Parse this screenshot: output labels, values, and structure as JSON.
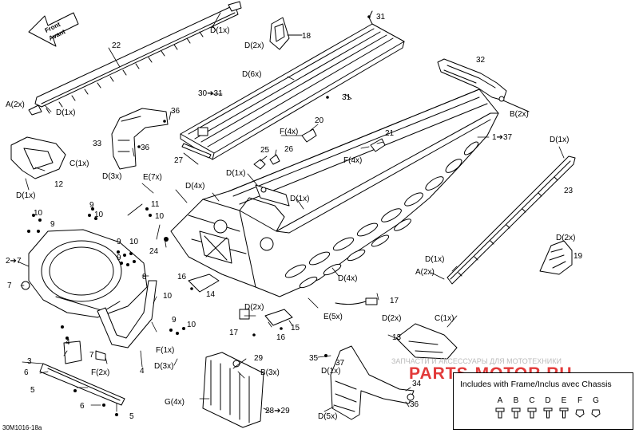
{
  "diagram_id": "30M1016-18a",
  "front_arrow": {
    "line1": "Front",
    "line2": "Avant"
  },
  "watermark": {
    "tagline": "ЗАПЧАСТИ И АКСЕССУАРЫ ДЛЯ МОТОТЕХНИКИ",
    "brand": "PARTS-MOTOR.RU",
    "color": "#e23a3a"
  },
  "legend": {
    "title": "Includes with Frame/Inclus avec Chassis",
    "letters": [
      "A",
      "B",
      "C",
      "D",
      "E",
      "F",
      "G"
    ]
  },
  "callouts": [
    {
      "id": "d1x-top",
      "text": "D(1x)"
    },
    {
      "id": "p22",
      "text": "22"
    },
    {
      "id": "a2x-left",
      "text": "A(2x)"
    },
    {
      "id": "d1x-left",
      "text": "D(1x)"
    },
    {
      "id": "d2x-top",
      "text": "D(2x)"
    },
    {
      "id": "p18",
      "text": "18"
    },
    {
      "id": "p31-top",
      "text": "31"
    },
    {
      "id": "d6x",
      "text": "D(6x)"
    },
    {
      "id": "p32",
      "text": "32"
    },
    {
      "id": "p30-31",
      "text": "30➔31"
    },
    {
      "id": "p31-mid",
      "text": "31"
    },
    {
      "id": "b2x-right",
      "text": "B(2x)"
    },
    {
      "id": "p36-top",
      "text": "36"
    },
    {
      "id": "p20",
      "text": "20"
    },
    {
      "id": "f4x-top",
      "text": "F(4x)"
    },
    {
      "id": "p1-37",
      "text": "1➔37"
    },
    {
      "id": "p33",
      "text": "33"
    },
    {
      "id": "p36-mid",
      "text": "36"
    },
    {
      "id": "p25",
      "text": "25"
    },
    {
      "id": "p26",
      "text": "26"
    },
    {
      "id": "p21",
      "text": "21"
    },
    {
      "id": "f4x-mid",
      "text": "F(4x)"
    },
    {
      "id": "d1x-right",
      "text": "D(1x)"
    },
    {
      "id": "c1x-left",
      "text": "C(1x)"
    },
    {
      "id": "p27",
      "text": "27"
    },
    {
      "id": "d3x-left",
      "text": "D(3x)"
    },
    {
      "id": "e7x",
      "text": "E(7x)"
    },
    {
      "id": "d1x-mid",
      "text": "D(1x)"
    },
    {
      "id": "p12",
      "text": "12"
    },
    {
      "id": "d1x-low-left",
      "text": "D(1x)"
    },
    {
      "id": "d4x-top",
      "text": "D(4x)"
    },
    {
      "id": "d1x-center",
      "text": "D(1x)"
    },
    {
      "id": "p23",
      "text": "23"
    },
    {
      "id": "p9-a",
      "text": "9"
    },
    {
      "id": "p10-a",
      "text": "10"
    },
    {
      "id": "p11",
      "text": "11"
    },
    {
      "id": "p10-b",
      "text": "10"
    },
    {
      "id": "p10-c",
      "text": "10"
    },
    {
      "id": "p9-b",
      "text": "9"
    },
    {
      "id": "p9-c",
      "text": "9"
    },
    {
      "id": "d2x-right",
      "text": "D(2x)"
    },
    {
      "id": "p2-7",
      "text": "2➔7"
    },
    {
      "id": "p24",
      "text": "24"
    },
    {
      "id": "p9-d",
      "text": "9"
    },
    {
      "id": "p10-d",
      "text": "10"
    },
    {
      "id": "p19",
      "text": "19"
    },
    {
      "id": "d1x-right-low",
      "text": "D(1x)"
    },
    {
      "id": "a2x-right",
      "text": "A(2x)"
    },
    {
      "id": "p7-left",
      "text": "7"
    },
    {
      "id": "p16-a",
      "text": "16"
    },
    {
      "id": "p14",
      "text": "14"
    },
    {
      "id": "d4x-mid",
      "text": "D(4x)"
    },
    {
      "id": "p8",
      "text": "8"
    },
    {
      "id": "p10-e",
      "text": "10"
    },
    {
      "id": "p17-right",
      "text": "17"
    },
    {
      "id": "p9-e",
      "text": "9"
    },
    {
      "id": "p10-f",
      "text": "10"
    },
    {
      "id": "d2x-mid",
      "text": "D(2x)"
    },
    {
      "id": "e5x",
      "text": "E(5x)"
    },
    {
      "id": "p17-left",
      "text": "17"
    },
    {
      "id": "d2x-low",
      "text": "D(2x)"
    },
    {
      "id": "p15",
      "text": "15"
    },
    {
      "id": "p16-b",
      "text": "16"
    },
    {
      "id": "c1x-right",
      "text": "C(1x)"
    },
    {
      "id": "p13",
      "text": "13"
    },
    {
      "id": "p4-a",
      "text": "4"
    },
    {
      "id": "f1x",
      "text": "F(1x)"
    },
    {
      "id": "p7-mid",
      "text": "7"
    },
    {
      "id": "p4-b",
      "text": "4"
    },
    {
      "id": "d3x-mid",
      "text": "D(3x)"
    },
    {
      "id": "p3",
      "text": "3"
    },
    {
      "id": "p6-a",
      "text": "6"
    },
    {
      "id": "f2x",
      "text": "F(2x)"
    },
    {
      "id": "p35",
      "text": "35"
    },
    {
      "id": "p29",
      "text": "29"
    },
    {
      "id": "b3x",
      "text": "B(3x)"
    },
    {
      "id": "p37",
      "text": "37"
    },
    {
      "id": "d1x-low",
      "text": "D(1x)"
    },
    {
      "id": "p5-a",
      "text": "5"
    },
    {
      "id": "p34",
      "text": "34"
    },
    {
      "id": "p36-low",
      "text": "36"
    },
    {
      "id": "g4x",
      "text": "G(4x)"
    },
    {
      "id": "p6-b",
      "text": "6"
    },
    {
      "id": "p28-29",
      "text": "28➔29"
    },
    {
      "id": "d5x",
      "text": "D(5x)"
    },
    {
      "id": "p5-b",
      "text": "5"
    }
  ]
}
